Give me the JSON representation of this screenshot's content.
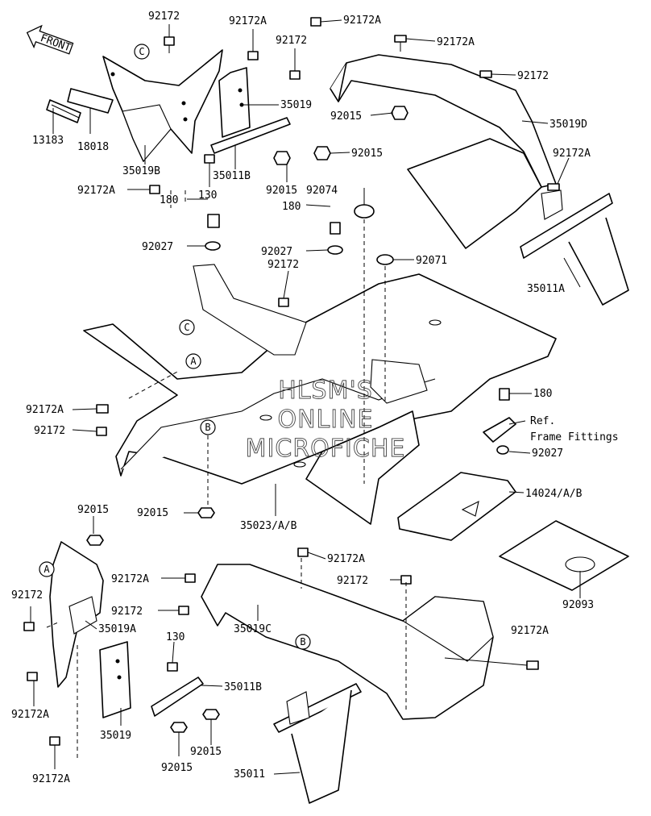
{
  "front_arrow": {
    "label": "FRONT"
  },
  "parts": {
    "p92172_a": "92172",
    "p92172A_a": "92172A",
    "p92172A_b": "92172A",
    "p92172_b": "92172",
    "p92172A_c": "92172A",
    "p92172_c": "92172",
    "p35019_a": "35019",
    "p92015_a": "92015",
    "p35019D": "35019D",
    "p92015_b": "92015",
    "p92172A_d": "92172A",
    "p13183": "13183",
    "p18018": "18018",
    "p35019B": "35019B",
    "p35011B_a": "35011B",
    "p92015_c": "92015",
    "p92172A_e": "92172A",
    "p130_a": "130",
    "p92074": "92074",
    "p180_a": "180",
    "p180_b": "180",
    "p92027_a": "92027",
    "p92027_b": "92027",
    "p92071": "92071",
    "p92172_d": "92172",
    "p35011A": "35011A",
    "p92172A_f": "92172A",
    "p92172_e": "92172",
    "p180_c": "180",
    "ref_line1": "Ref.",
    "ref_line2": "Frame Fittings",
    "p92027_c": "92027",
    "p92015_d": "92015",
    "p35023AB": "35023/A/B",
    "p14024AB": "14024/A/B",
    "p92015_e": "92015",
    "p92172A_g": "92172A",
    "p92172A_h": "92172A",
    "p92172_f": "92172",
    "p92172_g": "92172",
    "p35019A": "35019A",
    "p35019C": "35019C",
    "p92093": "92093",
    "p92172_h": "92172",
    "p130_b": "130",
    "p35011B_b": "35011B",
    "p92172A_i": "92172A",
    "p92172A_j": "92172A",
    "p35019_b": "35019",
    "p92015_f": "92015",
    "p92015_g": "92015",
    "p92172A_k": "92172A",
    "p35011": "35011"
  },
  "callouts": {
    "A": "A",
    "B": "B",
    "C": "C"
  },
  "watermark": {
    "line1": "HLSM'S",
    "line2": "ONLINE",
    "line3": "MICROFICHE"
  }
}
